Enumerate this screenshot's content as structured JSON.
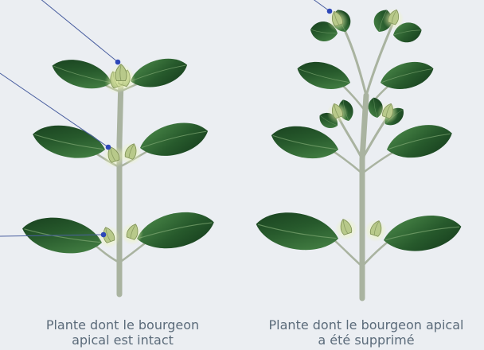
{
  "figure": {
    "left_plant": {
      "caption_line1": "Plante dont le bourgeon",
      "caption_line2": "apical est intact"
    },
    "right_plant": {
      "caption_line1": "Plante dont le bourgeon apical",
      "caption_line2": "a été supprimé"
    }
  },
  "colors": {
    "background": "#ebeef2",
    "leaf_dark": "#1d4a25",
    "leaf_light": "#4c8a4a",
    "stem": "#a9b3a0",
    "bud_glow": "#e8f3a6",
    "bud": "#b8c98a",
    "pointer_line": "#4a5fa0",
    "pointer_dot": "#2d47b8",
    "caption_text": "#5b6b7a"
  },
  "icons": [
    "leaf-icon",
    "bud-icon",
    "pointer-dot-icon"
  ]
}
